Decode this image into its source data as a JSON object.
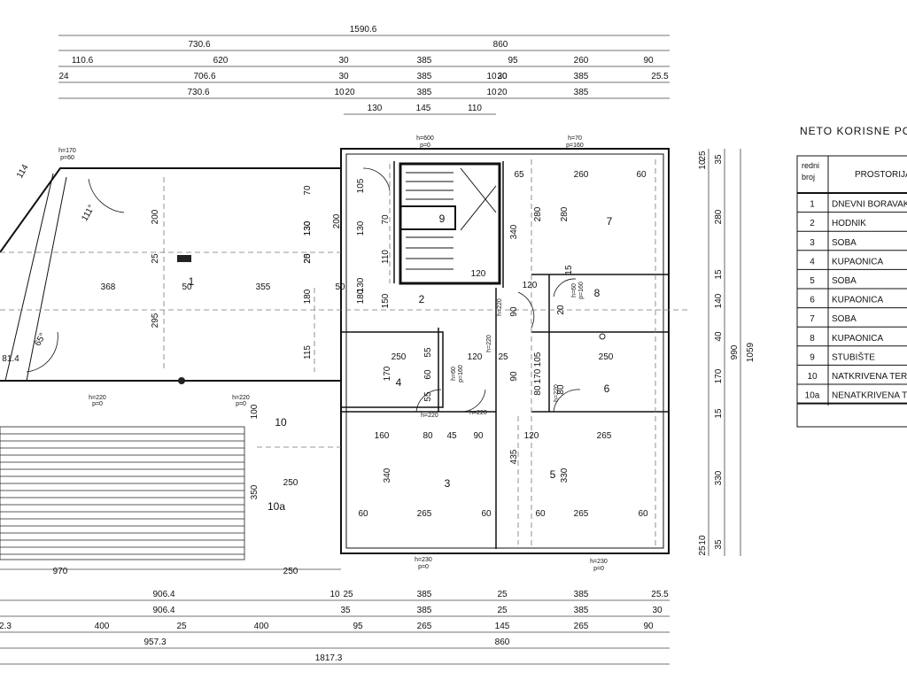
{
  "dims_top": {
    "row1": [
      "1590.6"
    ],
    "row2": [
      "730.6",
      "860"
    ],
    "row3": [
      "110.6",
      "620",
      "30",
      "385",
      "95",
      "260",
      "90"
    ],
    "row4": [
      "24",
      "706.6",
      "30",
      "385",
      "10",
      "20",
      "30",
      "385",
      "25.5"
    ],
    "row5": [
      "730.6",
      "10",
      "20",
      "385",
      "10",
      "20",
      "385"
    ],
    "row6": [
      "130",
      "145",
      "110"
    ]
  },
  "dims_bottom": {
    "row1": [
      "906.4",
      "10",
      "25",
      "385",
      "25",
      "385",
      "25.5"
    ],
    "row2": [
      "906.4",
      "35",
      "385",
      "25",
      "385",
      "30"
    ],
    "row3": [
      "2.3",
      "400",
      "25",
      "400",
      "95",
      "265",
      "145",
      "265",
      "90"
    ],
    "row4": [
      "957.3",
      "860"
    ],
    "row5": [
      "1817.3"
    ],
    "row6": [
      "970",
      "250"
    ]
  },
  "dims_right": [
    "25",
    "10",
    "35",
    "280",
    "15",
    "140",
    "40",
    "170",
    "15",
    "330",
    "10",
    "25",
    "35",
    "990",
    "1059"
  ],
  "room_numbers": [
    "1",
    "2",
    "3",
    "4",
    "5",
    "6",
    "7",
    "8",
    "9",
    "10",
    "10a"
  ],
  "interior_dims": [
    "200",
    "25",
    "295",
    "368",
    "50",
    "355",
    "50",
    "130",
    "20",
    "70",
    "130",
    "25",
    "180",
    "115",
    "105",
    "130",
    "70",
    "110",
    "130",
    "150",
    "180",
    "250",
    "55",
    "170",
    "55",
    "60",
    "120",
    "25",
    "105",
    "250",
    "170",
    "80",
    "160",
    "80",
    "45",
    "90",
    "120",
    "265",
    "340",
    "435",
    "330",
    "60",
    "265",
    "60",
    "60",
    "265",
    "60",
    "65",
    "260",
    "60",
    "280",
    "340",
    "280",
    "15",
    "120",
    "90",
    "20",
    "80",
    "100",
    "350",
    "250",
    "120",
    "81.4",
    "114",
    "111°",
    "65°",
    "200",
    "90"
  ],
  "opening_labels": [
    "h=170",
    "p=60",
    "h=600",
    "p=0",
    "h=70",
    "p=160",
    "h=220",
    "h=60",
    "p=160",
    "h=220",
    "h=220",
    "h=220",
    "h=220",
    "h=230",
    "p=0",
    "h=230",
    "p=0",
    "h=220",
    "p=0",
    "h=220",
    "p=0",
    "h=60",
    "p=160"
  ],
  "table": {
    "title": "NETO KORISNE PO",
    "header_num": "redni broj",
    "header_name": "PROSTORIJA",
    "rows": [
      {
        "num": "1",
        "name": "DNEVNI BORAVAK"
      },
      {
        "num": "2",
        "name": "HODNIK"
      },
      {
        "num": "3",
        "name": "SOBA"
      },
      {
        "num": "4",
        "name": "KUPAONICA"
      },
      {
        "num": "5",
        "name": "SOBA"
      },
      {
        "num": "6",
        "name": "KUPAONICA"
      },
      {
        "num": "7",
        "name": "SOBA"
      },
      {
        "num": "8",
        "name": "KUPAONICA"
      },
      {
        "num": "9",
        "name": "STUBIŠTE"
      },
      {
        "num": "10",
        "name": "NATKRIVENA TER"
      },
      {
        "num": "10a",
        "name": "NENATKRIVENA T"
      }
    ]
  }
}
